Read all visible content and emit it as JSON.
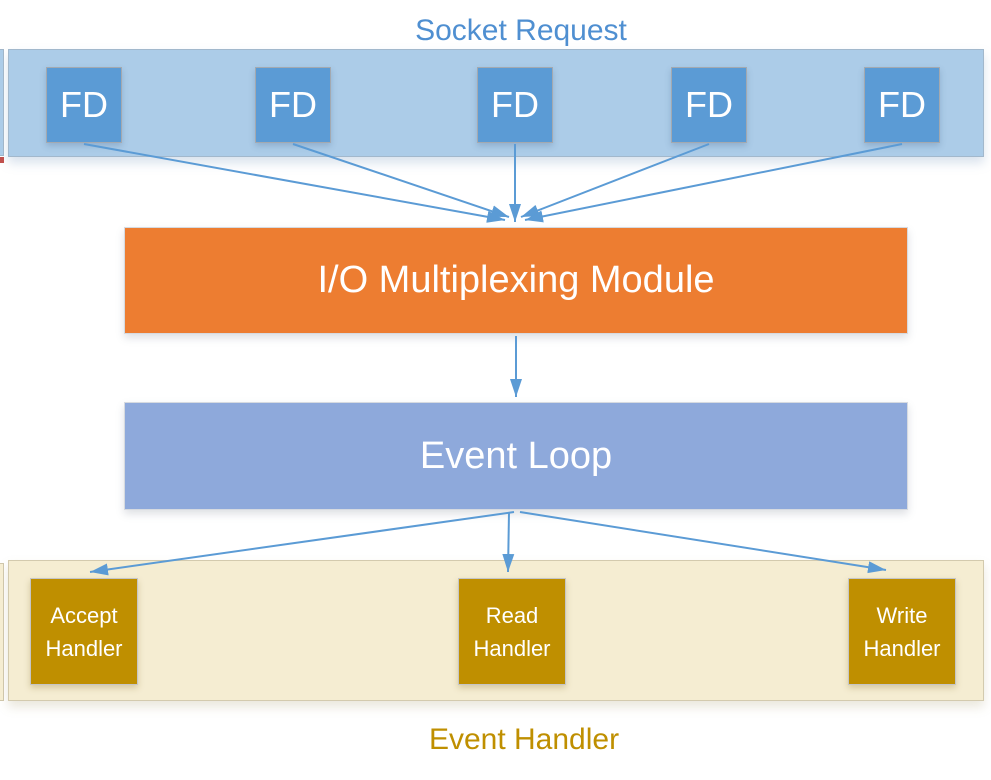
{
  "labels": {
    "top": "Socket Request",
    "bottom": "Event Handler"
  },
  "colors": {
    "accent-blue": "#5B9BD5",
    "band-blue": "#ACCCE8",
    "arrow-blue": "#5B9BD5",
    "orange": "#ED7D31",
    "event-loop-blue": "#8EA9DB",
    "gold": "#BF8F00",
    "band-cream": "#F5EDD2",
    "title-blue": "#4F8FD1",
    "title-gold": "#BF8F00",
    "sliver-red": "#C0504D"
  },
  "nodes": {
    "fd_boxes": [
      {
        "label": "FD"
      },
      {
        "label": "FD"
      },
      {
        "label": "FD"
      },
      {
        "label": "FD"
      },
      {
        "label": "FD"
      }
    ],
    "io_module": {
      "label": "I/O Multiplexing Module"
    },
    "event_loop": {
      "label": "Event Loop"
    },
    "handlers": [
      {
        "label": "Accept Handler"
      },
      {
        "label": "Read Handler"
      },
      {
        "label": "Write Handler"
      }
    ]
  },
  "edges": {
    "fd_to_io": "each FD connects to I/O Multiplexing Module",
    "io_to_loop": "I/O Multiplexing Module connects to Event Loop",
    "loop_to_handlers": "Event Loop connects to Accept/Read/Write Handlers"
  }
}
